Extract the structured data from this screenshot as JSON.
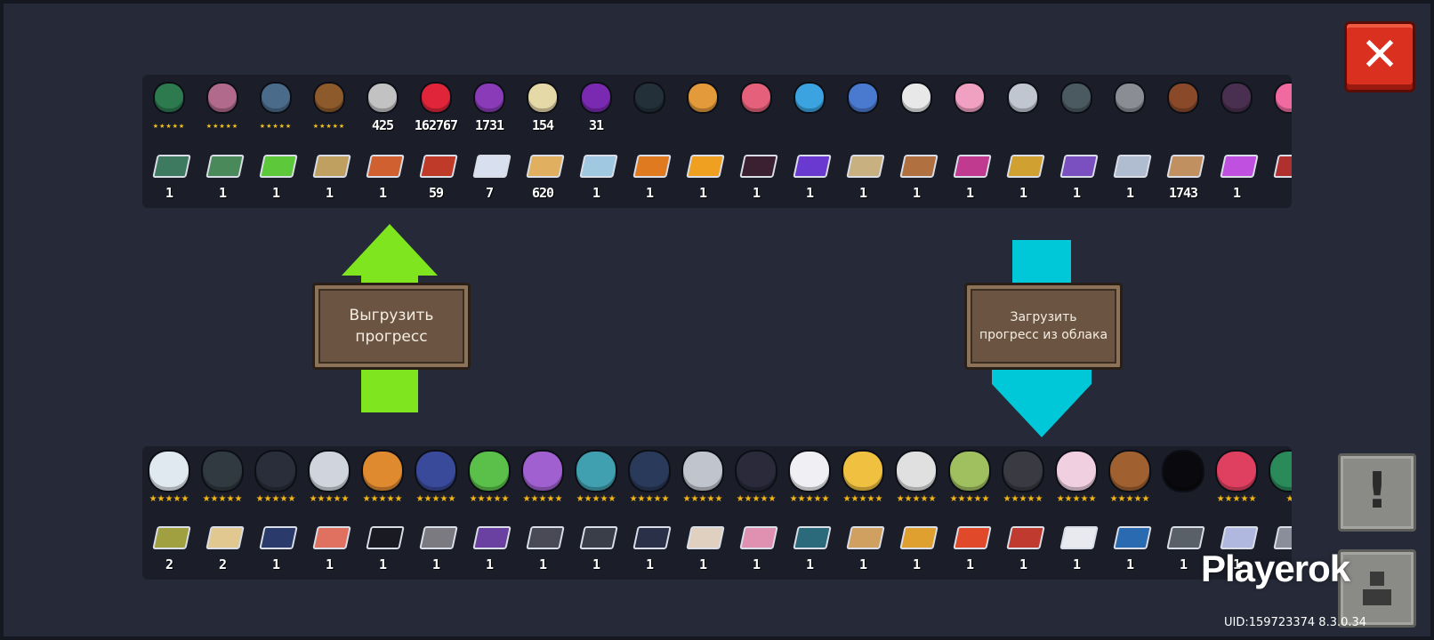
{
  "top_panel": {
    "pets": [
      {
        "icon": "green-cabinet",
        "color": "#2d7a4f",
        "count": "",
        "stars": "★★★★★"
      },
      {
        "icon": "pink-box",
        "color": "#b26a8c",
        "count": "",
        "stars": "★★★★★"
      },
      {
        "icon": "blue-pot",
        "color": "#4a6b8a",
        "count": "",
        "stars": "★★★★★"
      },
      {
        "icon": "plant-pot",
        "color": "#8c5a2b",
        "count": "",
        "stars": "★★★★★"
      },
      {
        "icon": "gun-item",
        "color": "#c2c2c2",
        "count": "425",
        "stars": ""
      },
      {
        "icon": "red-slime",
        "color": "#e0243a",
        "count": "162767",
        "stars": ""
      },
      {
        "icon": "purple-dragon",
        "color": "#8a3bb8",
        "count": "1731",
        "stars": ""
      },
      {
        "icon": "paper-item",
        "color": "#e6d9a8",
        "count": "154",
        "stars": ""
      },
      {
        "icon": "purple-helmet",
        "color": "#7a2ab0",
        "count": "31",
        "stars": ""
      },
      {
        "icon": "black-cat",
        "color": "#23303a",
        "count": "",
        "stars": ""
      },
      {
        "icon": "orange-cat",
        "color": "#e39a3a",
        "count": "",
        "stars": ""
      },
      {
        "icon": "pink-crab",
        "color": "#e5607a",
        "count": "",
        "stars": ""
      },
      {
        "icon": "blue-slime",
        "color": "#3aa3e0",
        "count": "",
        "stars": ""
      },
      {
        "icon": "blue-drone",
        "color": "#4a7ad0",
        "count": "",
        "stars": ""
      },
      {
        "icon": "panda",
        "color": "#e8e8e8",
        "count": "",
        "stars": ""
      },
      {
        "icon": "pink-bunny",
        "color": "#f0a0c0",
        "count": "",
        "stars": ""
      },
      {
        "icon": "robot-pet",
        "color": "#c0c6d0",
        "count": "",
        "stars": ""
      },
      {
        "icon": "crow",
        "color": "#4a5a60",
        "count": "",
        "stars": ""
      },
      {
        "icon": "gray-seal",
        "color": "#8a8e94",
        "count": "",
        "stars": ""
      },
      {
        "icon": "brown-stick",
        "color": "#8a4a2a",
        "count": "",
        "stars": ""
      },
      {
        "icon": "black-bat",
        "color": "#4a3050",
        "count": "",
        "stars": ""
      },
      {
        "icon": "pink-pet",
        "color": "#f06aa0",
        "count": "",
        "stars": ""
      }
    ],
    "materials": [
      {
        "icon": "green-card",
        "color": "#3e7a60",
        "count": "1"
      },
      {
        "icon": "green-card-2",
        "color": "#4a8a5a",
        "count": "1"
      },
      {
        "icon": "lime-card",
        "color": "#5cc83a",
        "count": "1"
      },
      {
        "icon": "tan-card",
        "color": "#c0a060",
        "count": "1"
      },
      {
        "icon": "orange-card",
        "color": "#d06030",
        "count": "1"
      },
      {
        "icon": "red-ticket",
        "color": "#c03a2a",
        "count": "59"
      },
      {
        "icon": "feather",
        "color": "#d8e0f0",
        "count": "7"
      },
      {
        "icon": "wood-plank",
        "color": "#e0b060",
        "count": "620"
      },
      {
        "icon": "light-card",
        "color": "#a0c8e0",
        "count": "1"
      },
      {
        "icon": "orange-seal",
        "color": "#e07a20",
        "count": "1"
      },
      {
        "icon": "gold-bolt",
        "color": "#f0a020",
        "count": "1"
      },
      {
        "icon": "dark-card",
        "color": "#3a2030",
        "count": "1"
      },
      {
        "icon": "purple-card",
        "color": "#6a3ad0",
        "count": "1"
      },
      {
        "icon": "beige-card",
        "color": "#c8b080",
        "count": "1"
      },
      {
        "icon": "brown-card",
        "color": "#b07040",
        "count": "1"
      },
      {
        "icon": "magenta-card",
        "color": "#c03a90",
        "count": "1"
      },
      {
        "icon": "yellow-card",
        "color": "#d0a030",
        "count": "1"
      },
      {
        "icon": "violet-card",
        "color": "#7a50c0",
        "count": "1"
      },
      {
        "icon": "silver-card",
        "color": "#b0bcd0",
        "count": "1"
      },
      {
        "icon": "poster",
        "color": "#c09060",
        "count": "1743"
      },
      {
        "icon": "rainbow-card",
        "color": "#c050e0",
        "count": "1"
      },
      {
        "icon": "red-card",
        "color": "#b03030",
        "count": ""
      }
    ]
  },
  "bottom_panel": {
    "heroes": [
      {
        "icon": "white-robot-hero",
        "color": "#e0e8f0",
        "stars": "★★★★★"
      },
      {
        "icon": "dark-robot-hero",
        "color": "#303a40",
        "stars": "★★★★★"
      },
      {
        "icon": "dark-hair-hero",
        "color": "#2a2e3a",
        "stars": "★★★★★"
      },
      {
        "icon": "silver-hair-hero",
        "color": "#d0d4dc",
        "stars": "★★★★★"
      },
      {
        "icon": "miner-hero",
        "color": "#e08a30",
        "stars": "★★★★★"
      },
      {
        "icon": "blue-hat-hero",
        "color": "#3a4a9a",
        "stars": "★★★★★"
      },
      {
        "icon": "frog-hero",
        "color": "#5ac04a",
        "stars": "★★★★★"
      },
      {
        "icon": "purple-hair-hero",
        "color": "#a060d0",
        "stars": "★★★★★"
      },
      {
        "icon": "teal-hero",
        "color": "#40a0b0",
        "stars": "★★★★★"
      },
      {
        "icon": "ninja-hero",
        "color": "#2a3a5a",
        "stars": "★★★★★"
      },
      {
        "icon": "knight-hero",
        "color": "#c0c4cc",
        "stars": "★★★★★"
      },
      {
        "icon": "anubis-hero",
        "color": "#2a2a3a",
        "stars": "★★★★★"
      },
      {
        "icon": "white-hair-hero",
        "color": "#f0f0f4",
        "stars": "★★★★★"
      },
      {
        "icon": "blonde-hero",
        "color": "#f0c040",
        "stars": "★★★★★"
      },
      {
        "icon": "black-white-hero",
        "color": "#e0e0e0",
        "stars": "★★★★★"
      },
      {
        "icon": "green-hood-hero",
        "color": "#a0c060",
        "stars": "★★★★★"
      },
      {
        "icon": "gentleman-hero",
        "color": "#3a3a42",
        "stars": "★★★★★"
      },
      {
        "icon": "bunny-hero",
        "color": "#f0d0e0",
        "stars": "★★★★★"
      },
      {
        "icon": "cowboy-hero",
        "color": "#a06030",
        "stars": "★★★★★"
      },
      {
        "icon": "shadow-hero",
        "color": "#0a0a0e",
        "stars": ""
      },
      {
        "icon": "flower-hero",
        "color": "#e04060",
        "stars": "★★★★★"
      },
      {
        "icon": "green-hero",
        "color": "#2a8a5a",
        "stars": "★"
      }
    ],
    "items": [
      {
        "icon": "blue-staff",
        "color": "#a0a040",
        "count": "2"
      },
      {
        "icon": "scroll",
        "color": "#e0c890",
        "count": "2"
      },
      {
        "icon": "navy-card",
        "color": "#2a3a6a",
        "count": "1"
      },
      {
        "icon": "salmon-card",
        "color": "#e07060",
        "count": "1"
      },
      {
        "icon": "black-card",
        "color": "#1a1a22",
        "count": "1"
      },
      {
        "icon": "gray-card",
        "color": "#7a7a80",
        "count": "1"
      },
      {
        "icon": "purple-card-2",
        "color": "#6a40a0",
        "count": "1"
      },
      {
        "icon": "slate-card",
        "color": "#4a4a56",
        "count": "1"
      },
      {
        "icon": "charcoal-card",
        "color": "#3a3e48",
        "count": "1"
      },
      {
        "icon": "dark-blue-card",
        "color": "#2a3048",
        "count": "1"
      },
      {
        "icon": "cream-card",
        "color": "#e0d0c0",
        "count": "1"
      },
      {
        "icon": "pink-card",
        "color": "#e090b0",
        "count": "1"
      },
      {
        "icon": "teal-card",
        "color": "#2a6a7a",
        "count": "1"
      },
      {
        "icon": "gold-pink-card",
        "color": "#d0a060",
        "count": "1"
      },
      {
        "icon": "amber-card",
        "color": "#e0a030",
        "count": "1"
      },
      {
        "icon": "red-orange-card",
        "color": "#e04a2a",
        "count": "1"
      },
      {
        "icon": "crimson-card",
        "color": "#c03a30",
        "count": "1"
      },
      {
        "icon": "white-card",
        "color": "#e8eaf0",
        "count": "1"
      },
      {
        "icon": "blue-card",
        "color": "#2a6ab0",
        "count": "1"
      },
      {
        "icon": "steel-card",
        "color": "#5a6068",
        "count": "1"
      },
      {
        "icon": "lavender-card",
        "color": "#b0b8e0",
        "count": "1"
      },
      {
        "icon": "cut-card",
        "color": "#8a8e9a",
        "count": ""
      }
    ]
  },
  "upload_button": {
    "line1": "Выгрузить",
    "line2": "прогресс"
  },
  "download_button": {
    "line1": "Загрузить",
    "line2": "прогресс из облака"
  },
  "close_label": "✕",
  "alert_label": "!",
  "watermark": "Playerok",
  "uid_text": "UID:159723374 8.3.0.34"
}
